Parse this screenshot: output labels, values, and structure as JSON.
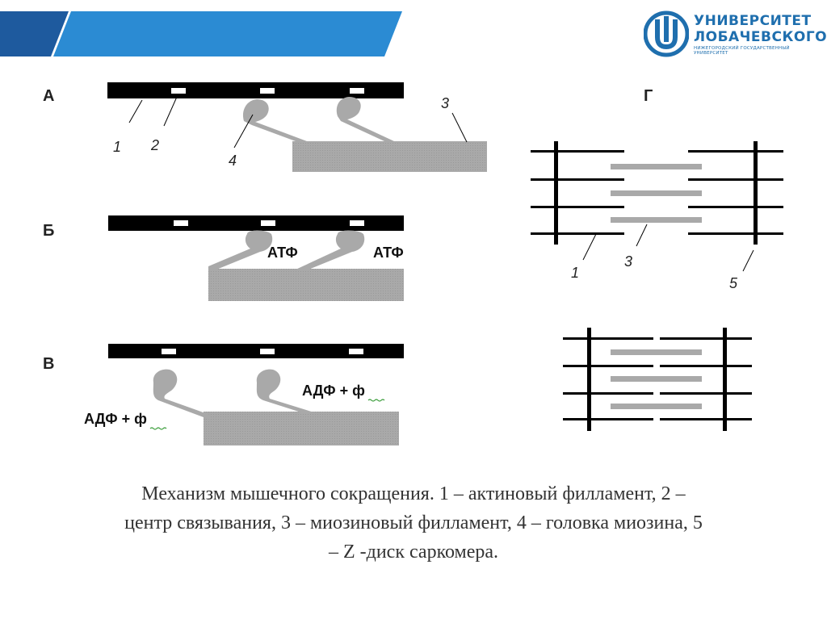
{
  "header": {
    "colors": {
      "band_dark": "#1e5a9e",
      "band_light": "#2b8bd3"
    },
    "logo": {
      "line1": "УНИВЕРСИТЕТ",
      "line2": "ЛОБАЧЕВСКОГО",
      "line3": "Нижегородский государственный университет",
      "icon": "university-u-logo-icon"
    }
  },
  "diagram": {
    "panels": {
      "a": "А",
      "b": "Б",
      "v": "В",
      "g": "Г"
    },
    "labels": {
      "n1": "1",
      "n2": "2",
      "n3": "3",
      "n4": "4",
      "g1": "1",
      "g3": "3",
      "g5": "5"
    },
    "chem": {
      "atp1": "АТФ",
      "atp2": "АТФ",
      "adp1": "АДФ + ф",
      "adp2": "АДФ + ф"
    },
    "colors": {
      "actin": "#000000",
      "myosin": "#a6a6a6",
      "binding_site": "#ffffff"
    }
  },
  "caption": {
    "line1": "Механизм мышечного сокращения.  1 – актиновый филламент,  2 –",
    "line2": "центр связывания,  3 – миозиновый филламент,  4 – головка миозина,  5",
    "line3": "– Z -диск саркомера."
  }
}
